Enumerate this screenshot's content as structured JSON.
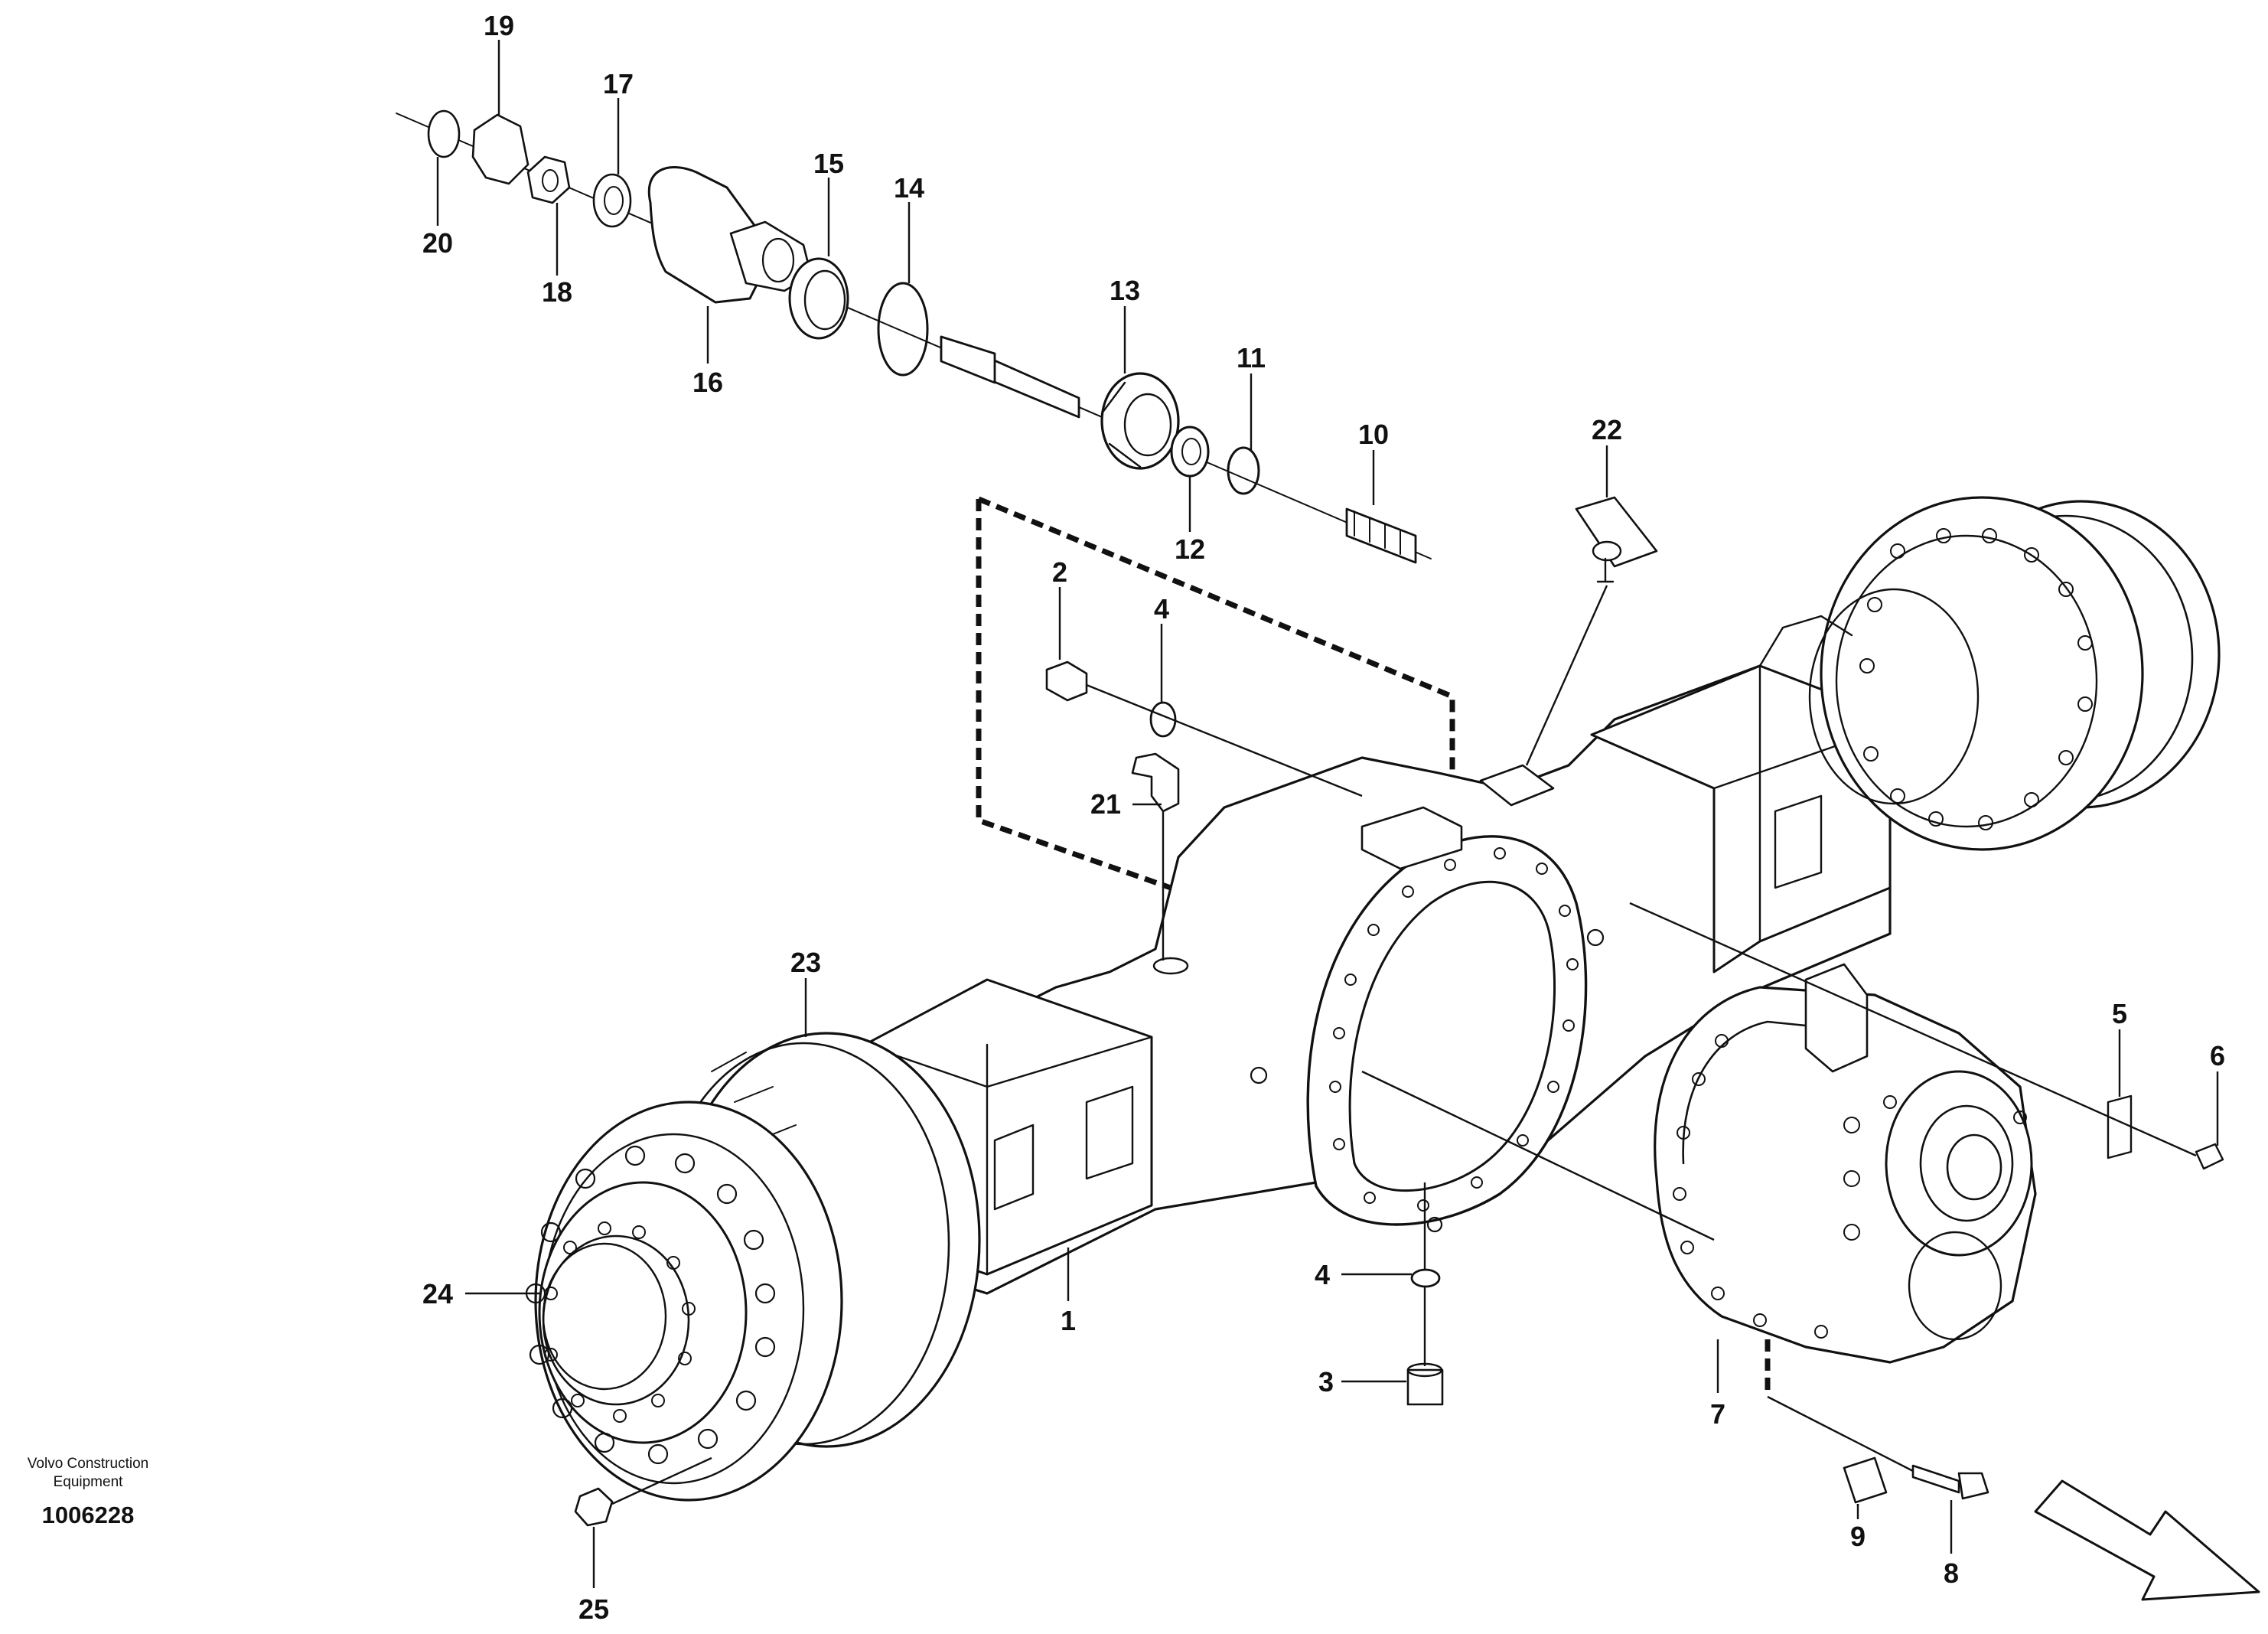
{
  "diagram": {
    "brand_line1": "Volvo Construction",
    "brand_line2": "Equipment",
    "document_number": "1006228",
    "part_labels": {
      "p1": "1",
      "p2": "2",
      "p3": "3",
      "p4a": "4",
      "p4b": "4",
      "p5": "5",
      "p6": "6",
      "p7": "7",
      "p8": "8",
      "p9": "9",
      "p10": "10",
      "p11": "11",
      "p12": "12",
      "p13": "13",
      "p14": "14",
      "p15": "15",
      "p16": "16",
      "p17": "17",
      "p18": "18",
      "p19": "19",
      "p20": "20",
      "p21": "21",
      "p22": "22",
      "p23": "23",
      "p24": "24",
      "p25": "25"
    },
    "direction_arrow": "forward-arrow-icon"
  }
}
